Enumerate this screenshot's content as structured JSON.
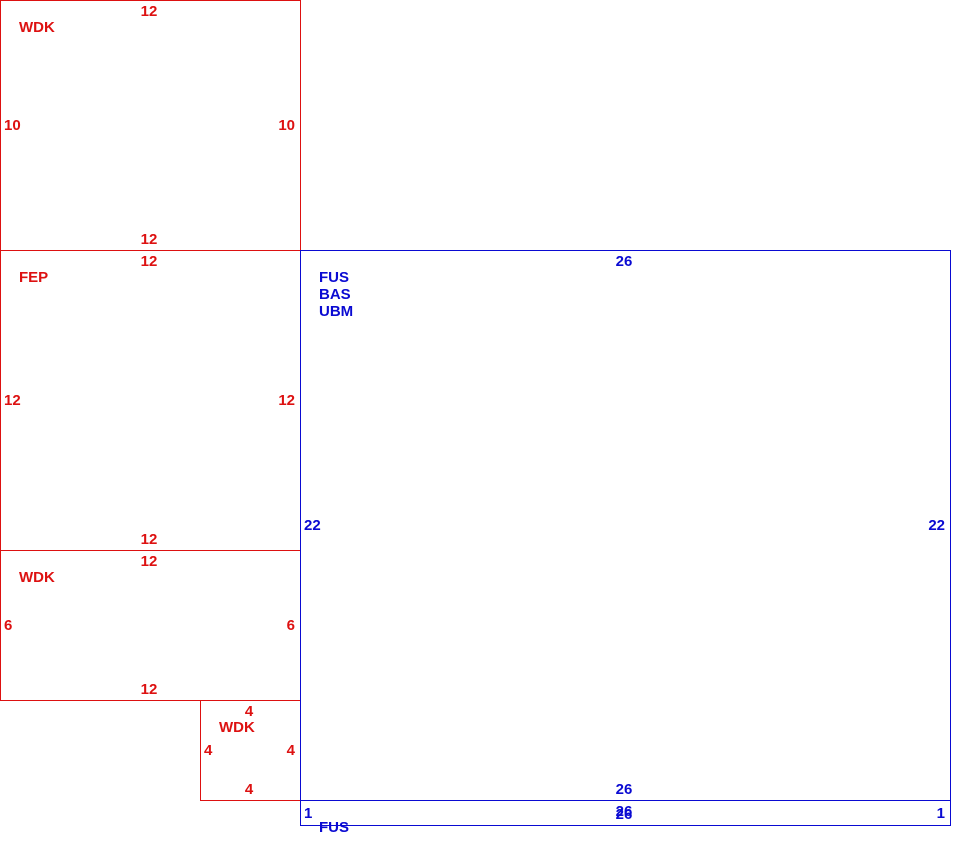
{
  "colors": {
    "red": "#dd1111",
    "blue": "#0a0ad2"
  },
  "areas": [
    {
      "id": "wdk-top",
      "color": "red",
      "labels": [
        "WDK"
      ],
      "top": "12",
      "bottom": "12",
      "left": "10",
      "right": "10"
    },
    {
      "id": "fep",
      "color": "red",
      "labels": [
        "FEP"
      ],
      "top": "12",
      "bottom": "12",
      "left": "12",
      "right": "12"
    },
    {
      "id": "wdk-mid",
      "color": "red",
      "labels": [
        "WDK"
      ],
      "top": "12",
      "bottom": "12",
      "left": "6",
      "right": "6"
    },
    {
      "id": "wdk-small",
      "color": "red",
      "labels": [
        "WDK"
      ],
      "top": "4",
      "bottom": "4",
      "left": "4",
      "right": "4"
    },
    {
      "id": "fus-main",
      "color": "blue",
      "labels": [
        "FUS",
        "BAS",
        "UBM"
      ],
      "top": "26",
      "bottom": "26",
      "left": "22",
      "right": "22"
    },
    {
      "id": "fus-strip",
      "color": "blue",
      "labels": [
        "FUS"
      ],
      "top": "26",
      "bottom": "26",
      "left": "1",
      "right": "1"
    }
  ]
}
